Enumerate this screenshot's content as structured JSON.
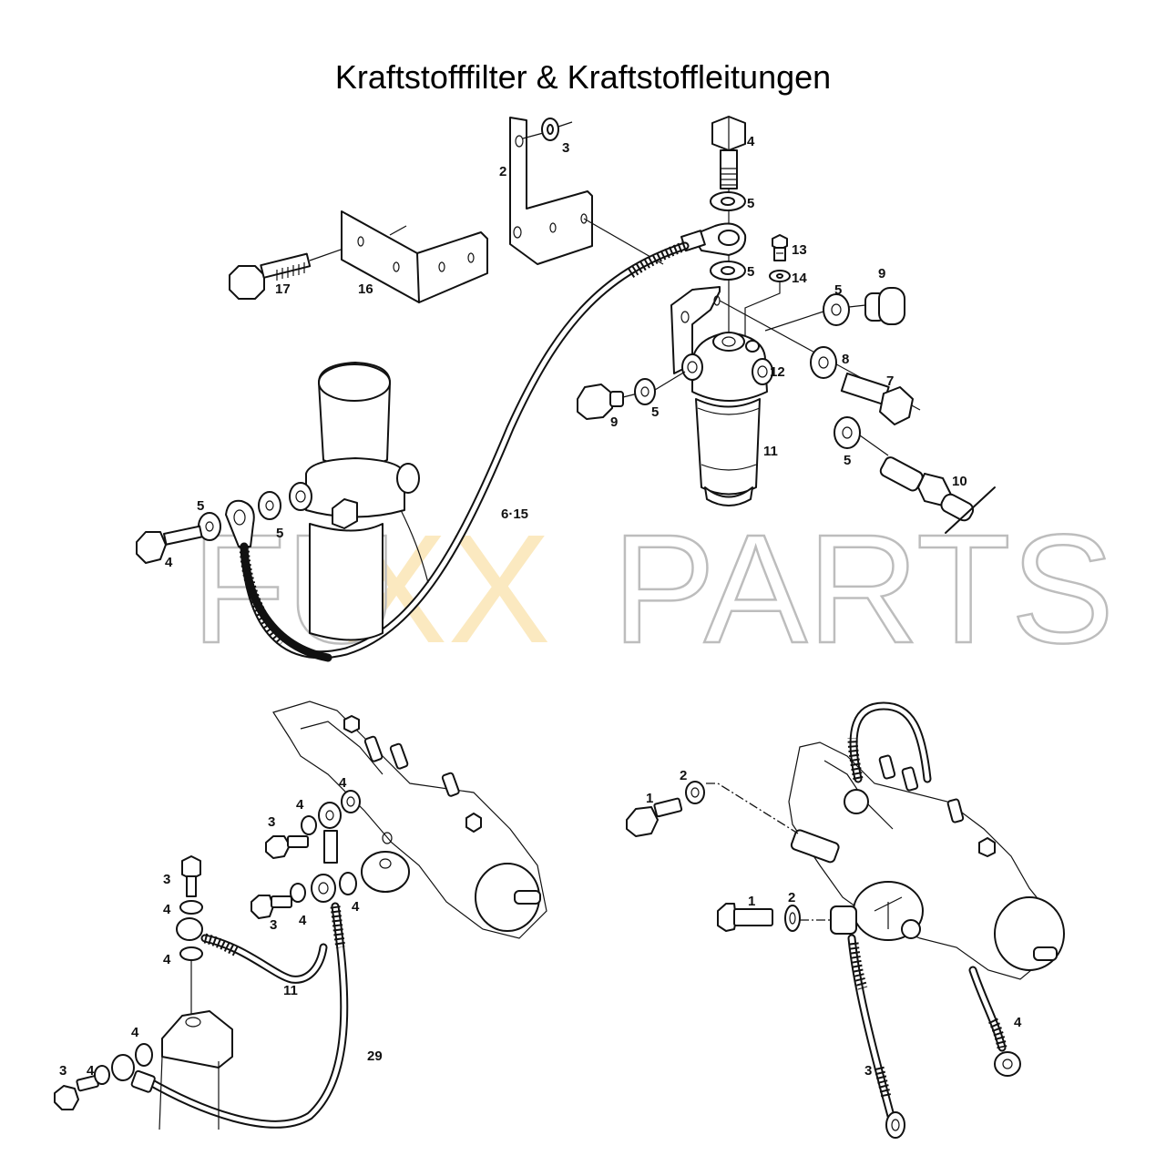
{
  "title": "Kraftstofffilter & Kraftstoffleitungen",
  "watermark": {
    "part1": "FU",
    "part2": "XX",
    "part3": "PARTS",
    "colors": {
      "outline": "#bdbdbd",
      "accent": "#fbe6b6"
    }
  },
  "diagram_top": {
    "labels": [
      {
        "id": "top-2",
        "text": "2"
      },
      {
        "id": "top-3",
        "text": "3"
      },
      {
        "id": "top-4a",
        "text": "4"
      },
      {
        "id": "top-5a",
        "text": "5"
      },
      {
        "id": "top-5b",
        "text": "5"
      },
      {
        "id": "top-13",
        "text": "13"
      },
      {
        "id": "top-14",
        "text": "14"
      },
      {
        "id": "top-5c",
        "text": "5"
      },
      {
        "id": "top-9a",
        "text": "9"
      },
      {
        "id": "top-8",
        "text": "8"
      },
      {
        "id": "top-7",
        "text": "7"
      },
      {
        "id": "top-12",
        "text": "12"
      },
      {
        "id": "top-9b",
        "text": "9"
      },
      {
        "id": "top-5d",
        "text": "5"
      },
      {
        "id": "top-11",
        "text": "11"
      },
      {
        "id": "top-5e",
        "text": "5"
      },
      {
        "id": "top-10",
        "text": "10"
      },
      {
        "id": "top-17",
        "text": "17"
      },
      {
        "id": "top-16",
        "text": "16"
      },
      {
        "id": "top-615",
        "text": "6·15"
      },
      {
        "id": "top-5f",
        "text": "5"
      },
      {
        "id": "top-5g",
        "text": "5"
      },
      {
        "id": "top-4b",
        "text": "4"
      }
    ]
  },
  "diagram_bottom_left": {
    "labels": [
      {
        "id": "bl-4a",
        "text": "4"
      },
      {
        "id": "bl-4b",
        "text": "4"
      },
      {
        "id": "bl-3a",
        "text": "3"
      },
      {
        "id": "bl-3b",
        "text": "3"
      },
      {
        "id": "bl-4c",
        "text": "4"
      },
      {
        "id": "bl-4d",
        "text": "4"
      },
      {
        "id": "bl-3c",
        "text": "3"
      },
      {
        "id": "bl-4e",
        "text": "4"
      },
      {
        "id": "bl-4f",
        "text": "4"
      },
      {
        "id": "bl-11",
        "text": "11"
      },
      {
        "id": "bl-29",
        "text": "29"
      },
      {
        "id": "bl-4g",
        "text": "4"
      },
      {
        "id": "bl-4h",
        "text": "4"
      },
      {
        "id": "bl-3d",
        "text": "3"
      }
    ]
  },
  "diagram_bottom_right": {
    "labels": [
      {
        "id": "br-1a",
        "text": "1"
      },
      {
        "id": "br-2a",
        "text": "2"
      },
      {
        "id": "br-1b",
        "text": "1"
      },
      {
        "id": "br-2b",
        "text": "2"
      },
      {
        "id": "br-3",
        "text": "3"
      },
      {
        "id": "br-4",
        "text": "4"
      }
    ]
  }
}
